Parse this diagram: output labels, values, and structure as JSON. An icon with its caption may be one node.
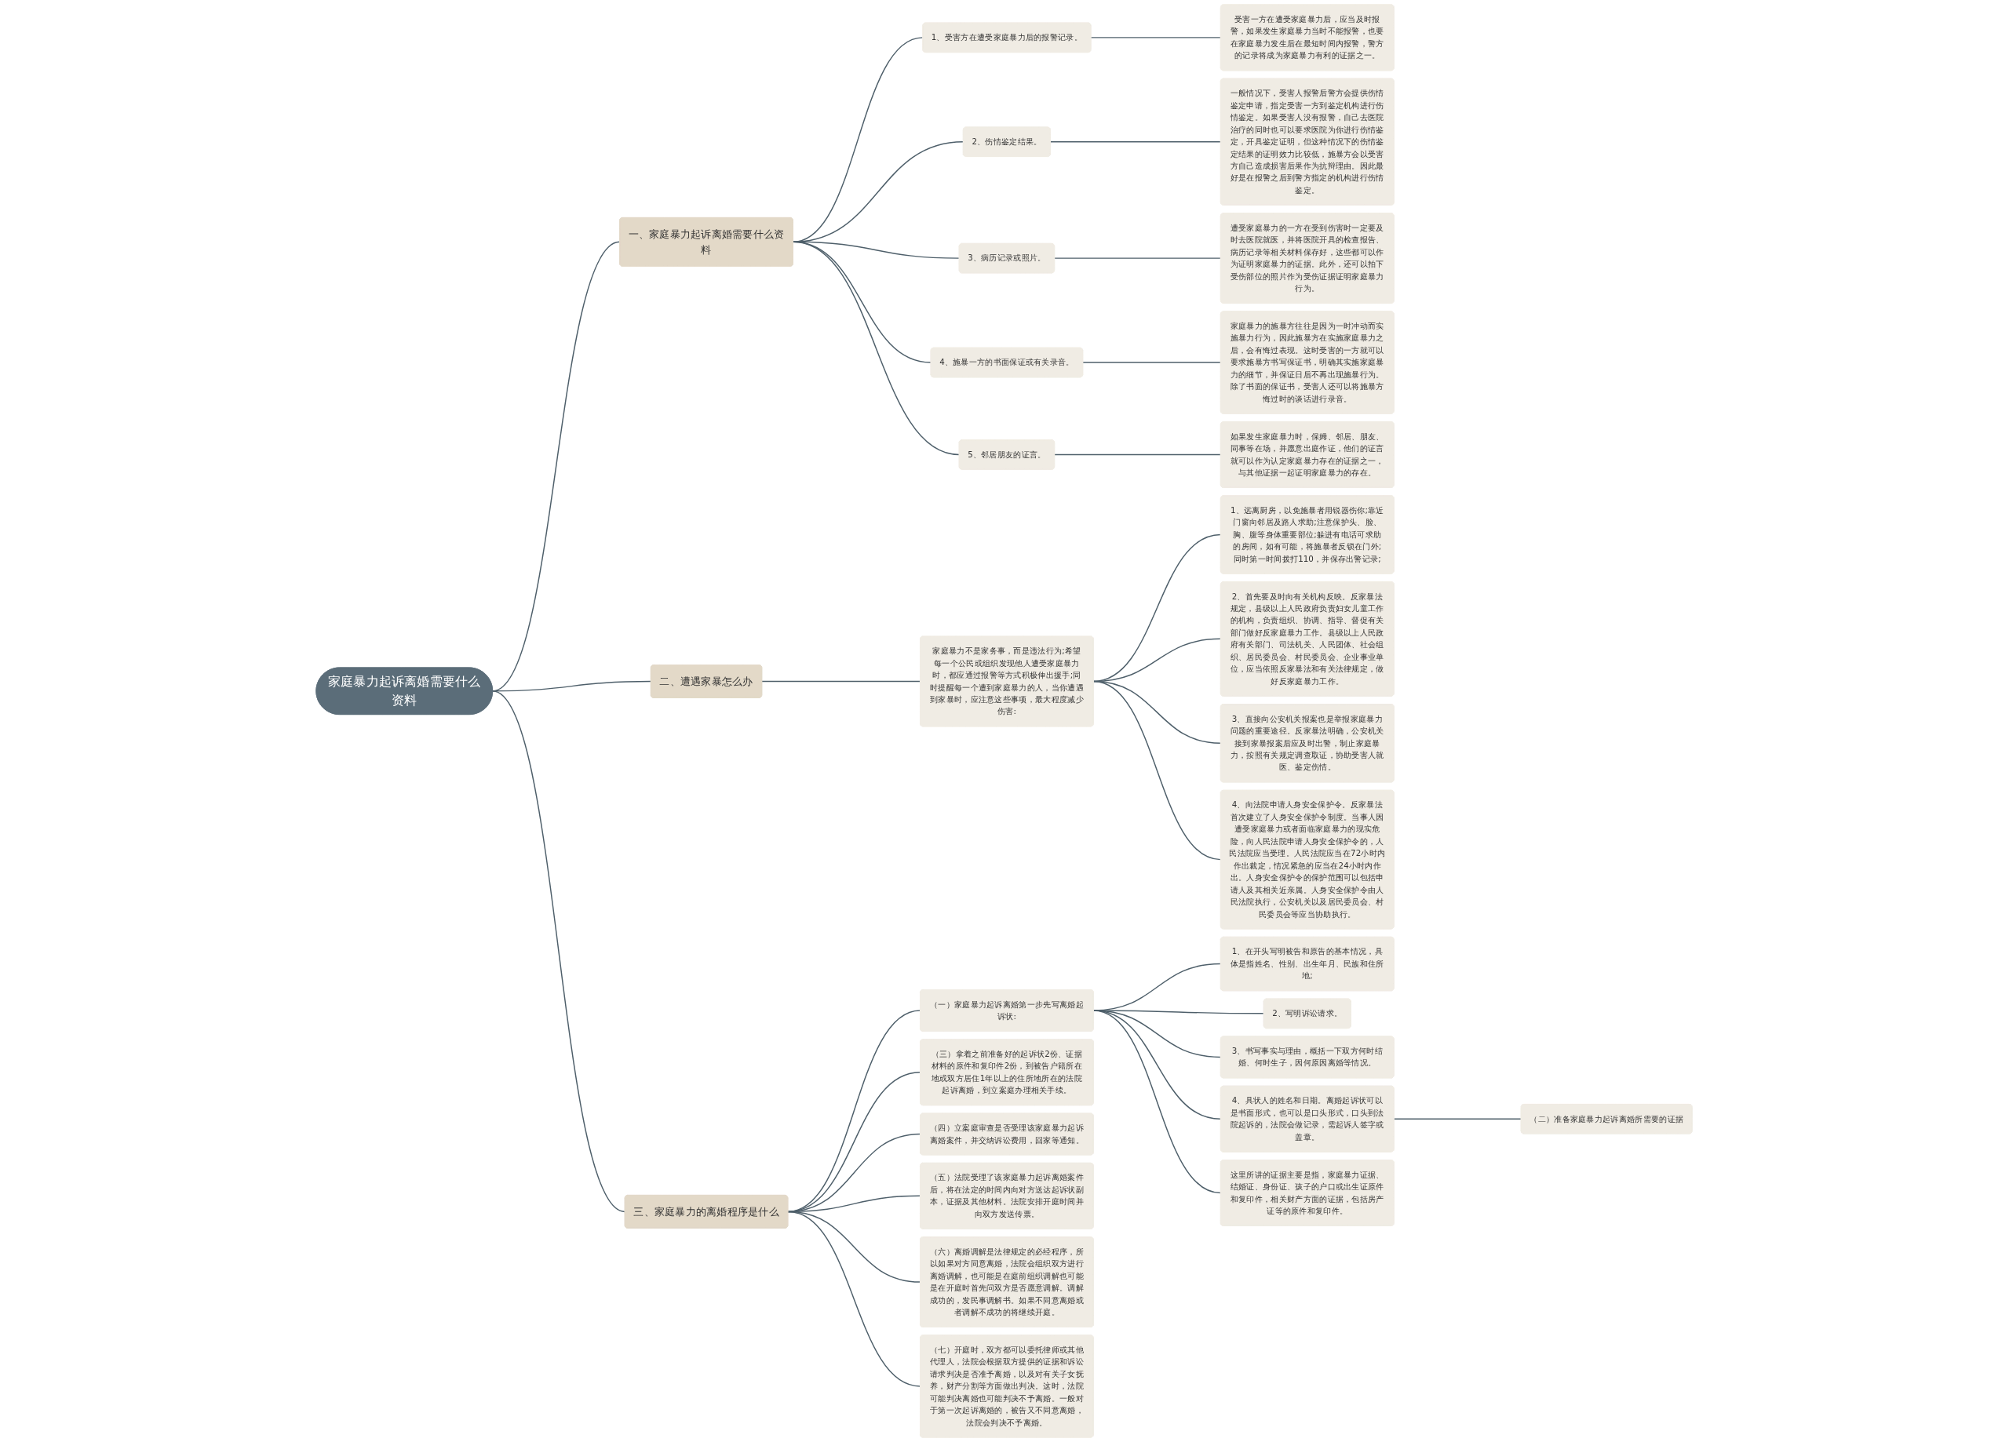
{
  "diagram": {
    "nodes": [
      {
        "text": [
          "家庭暴力起诉离婚需要什么资料"
        ]
      },
      {
        "text": [
          "一、家庭暴力起诉离婚需要什么资料"
        ]
      },
      {
        "text": [
          "1、受害方在遭受家庭暴力后的报警记录。"
        ]
      },
      {
        "text": [
          "受害一方在遭受家庭暴力后，应当及时报警，如果发生家庭暴力当时不能报警，也要在家庭暴力发生后在最短时间内报警，警方的记录将成为家庭暴力有利的证据之一。"
        ]
      },
      {
        "text": [
          "2、伤情鉴定结果。"
        ]
      },
      {
        "text": [
          "一般情况下，受害人报警后警方会提供伤情鉴定申请，指定受害一方到鉴定机构进行伤情鉴定。如果受害人没有报警，自己去医院治疗的同时也可以要求医院为你进行伤情鉴定，开具鉴定证明，但这种情况下的伤情鉴定结果的证明效力比较低，施暴方会以受害方自己造成损害后果作为抗辩理由。因此最好是在报警之后到警方指定的机构进行伤情鉴定。"
        ]
      },
      {
        "text": [
          "3、病历记录或照片。"
        ]
      },
      {
        "text": [
          "遭受家庭暴力的一方在受到伤害时一定要及时去医院就医，并将医院开具的检查报告、病历记录等相关材料保存好，这些都可以作为证明家庭暴力的证据。此外，还可以拍下受伤部位的照片作为受伤证据证明家庭暴力行为。"
        ]
      },
      {
        "text": [
          "4、施暴一方的书面保证或有关录音。"
        ]
      },
      {
        "text": [
          "家庭暴力的施暴方往往是因为一时冲动而实施暴力行为，因此施暴方在实施家庭暴力之后，会有悔过表现。这时受害的一方就可以要求施暴方书写保证书，明确其实施家庭暴力的细节，并保证日后不再出现施暴行为。除了书面的保证书，受害人还可以将施暴方悔过时的谈话进行录音。"
        ]
      },
      {
        "text": [
          "5、邻居朋友的证言。"
        ]
      },
      {
        "text": [
          "如果发生家庭暴力时，保姆、邻居、朋友、同事等在场，并愿意出庭作证，他们的证言就可以作为认定家庭暴力存在的证据之一，与其他证据一起证明家庭暴力的存在。"
        ]
      },
      {
        "text": [
          "二、遭遇家暴怎么办"
        ]
      },
      {
        "text": [
          "家庭暴力不是家务事，而是违法行为;希望每一个公民或组织发现他人遭受家庭暴力时，都应通过报警等方式积极伸出援手;同时提醒每一个遭到家庭暴力的人，当你遭遇到家暴时，应注意这些事项，最大程度减少伤害:"
        ]
      },
      {
        "text": [
          "1、远离厨房，以免施暴者用锐器伤你;靠近门窗向邻居及路人求助;注意保护头、脸、胸、腹等身体重要部位;躲进有电话可求助的房间，如有可能，将施暴者反锁在门外;同时第一时间拨打110，并保存出警记录;"
        ]
      },
      {
        "text": [
          "2、首先要及时向有关机构反映。反家暴法规定，县级以上人民政府负责妇女儿童工作的机构，负责组织、协调、指导、督促有关部门做好反家庭暴力工作。县级以上人民政府有关部门、司法机关、人民团体、社会组织、居民委员会、村民委员会、企业事业单位，应当依照反家暴法和有关法律规定，做好反家庭暴力工作。"
        ]
      },
      {
        "text": [
          "3、直接向公安机关报案也是举报家庭暴力问题的重要途径。反家暴法明确，公安机关接到家暴报案后应及时出警，制止家庭暴力，按照有关规定调查取证，协助受害人就医、鉴定伤情。"
        ]
      },
      {
        "text": [
          "4、向法院申请人身安全保护令。反家暴法首次建立了人身安全保护令制度。当事人因遭受家庭暴力或者面临家庭暴力的现实危险，向人民法院申请人身安全保护令的，人民法院应当受理。人民法院应当在72小时内作出裁定，情况紧急的应当在24小时内作出。人身安全保护令的保护范围可以包括申请人及其相关近亲属。人身安全保护令由人民法院执行，公安机关以及居民委员会、村民委员会等应当协助执行。"
        ]
      },
      {
        "text": [
          "三、家庭暴力的离婚程序是什么"
        ]
      },
      {
        "text": [
          "（一）家庭暴力起诉离婚第一步先写离婚起诉状:"
        ]
      },
      {
        "text": [
          "1、在开头写明被告和原告的基本情况，具体是指姓名、性别、出生年月、民族和住所地;"
        ]
      },
      {
        "text": [
          "2、写明诉讼请求。"
        ]
      },
      {
        "text": [
          "3、书写事实与理由，概括一下双方何时结婚、何时生子，因何原因离婚等情况。"
        ]
      },
      {
        "text": [
          "4、具状人的姓名和日期。离婚起诉状可以是书面形式，也可以是口头形式，口头到法院起诉的，法院会做记录，需起诉人签字或盖章。"
        ]
      },
      {
        "text": [
          "这里所讲的证据主要是指，家庭暴力证据、结婚证、身份证、孩子的户口或出生证原件和复印件，相关财产方面的证据，包括房产证等的原件和复印件。"
        ]
      },
      {
        "text": [
          "（二）准备家庭暴力起诉离婚所需要的证据"
        ]
      },
      {
        "text": [
          "（三）拿着之前准备好的起诉状2份、证据材料的原件和复印件2份，到被告户籍所在地或双方居住1年以上的住所地所在的法院起诉离婚，到立案庭办理相关手续。"
        ]
      },
      {
        "text": [
          "（四）立案庭审查是否受理该家庭暴力起诉离婚案件，并交纳诉讼费用，回家等通知。"
        ]
      },
      {
        "text": [
          "（五）法院受理了该家庭暴力起诉离婚案件后，将在法定的时间内向对方送达起诉状副本，证据及其他材料。法院安排开庭时间并向双方发送传票。"
        ]
      },
      {
        "text": [
          "（六）离婚调解是法律规定的必经程序，所以如果对方同意离婚，法院会组织双方进行离婚调解，也可能是在庭前组织调解也可能是在开庭时首先问双方是否愿意调解。调解成功的，发民事调解书。如果不同意离婚或者调解不成功的将继续开庭。"
        ]
      },
      {
        "text": [
          "（七）开庭时，双方都可以委托律师或其他代理人，法院会根据双方提供的证据和诉讼请求判决是否准予离婚，以及对有关子女抚养，财产分割等方面做出判决。这时，法院可能判决离婚也可能判决不予离婚。一般对于第一次起诉离婚的，被告又不同意离婚，法院会判决不予离婚。"
        ]
      }
    ],
    "edges": [
      {
        "from": 0,
        "to": 1,
        "arrow": "none"
      },
      {
        "from": 1,
        "to": 2,
        "arrow": "none"
      },
      {
        "from": 2,
        "to": 3,
        "arrow": "none"
      },
      {
        "from": 1,
        "to": 4,
        "arrow": "none"
      },
      {
        "from": 4,
        "to": 5,
        "arrow": "none"
      },
      {
        "from": 1,
        "to": 6,
        "arrow": "none"
      },
      {
        "from": 6,
        "to": 7,
        "arrow": "none"
      },
      {
        "from": 1,
        "to": 8,
        "arrow": "none"
      },
      {
        "from": 8,
        "to": 9,
        "arrow": "none"
      },
      {
        "from": 1,
        "to": 10,
        "arrow": "none"
      },
      {
        "from": 10,
        "to": 11,
        "arrow": "none"
      },
      {
        "from": 0,
        "to": 12,
        "arrow": "none"
      },
      {
        "from": 12,
        "to": 13,
        "arrow": "none"
      },
      {
        "from": 13,
        "to": 14,
        "arrow": "none"
      },
      {
        "from": 13,
        "to": 15,
        "arrow": "none"
      },
      {
        "from": 13,
        "to": 16,
        "arrow": "none"
      },
      {
        "from": 13,
        "to": 17,
        "arrow": "none"
      },
      {
        "from": 0,
        "to": 18,
        "arrow": "none"
      },
      {
        "from": 18,
        "to": 26,
        "arrow": "none"
      },
      {
        "from": 18,
        "to": 27,
        "arrow": "none"
      },
      {
        "from": 18,
        "to": 28,
        "arrow": "none"
      },
      {
        "from": 18,
        "to": 29,
        "arrow": "none"
      },
      {
        "from": 18,
        "to": 30,
        "arrow": "none"
      },
      {
        "from": 18,
        "to": 19,
        "arrow": "none"
      },
      {
        "from": 19,
        "to": 20,
        "arrow": "none"
      },
      {
        "from": 19,
        "to": 21,
        "arrow": "none"
      },
      {
        "from": 19,
        "to": 22,
        "arrow": "none"
      },
      {
        "from": 19,
        "to": 23,
        "arrow": "none"
      },
      {
        "from": 19,
        "to": 24,
        "arrow": "none"
      },
      {
        "from": 23,
        "to": 25,
        "arrow": "none"
      }
    ]
  }
}
